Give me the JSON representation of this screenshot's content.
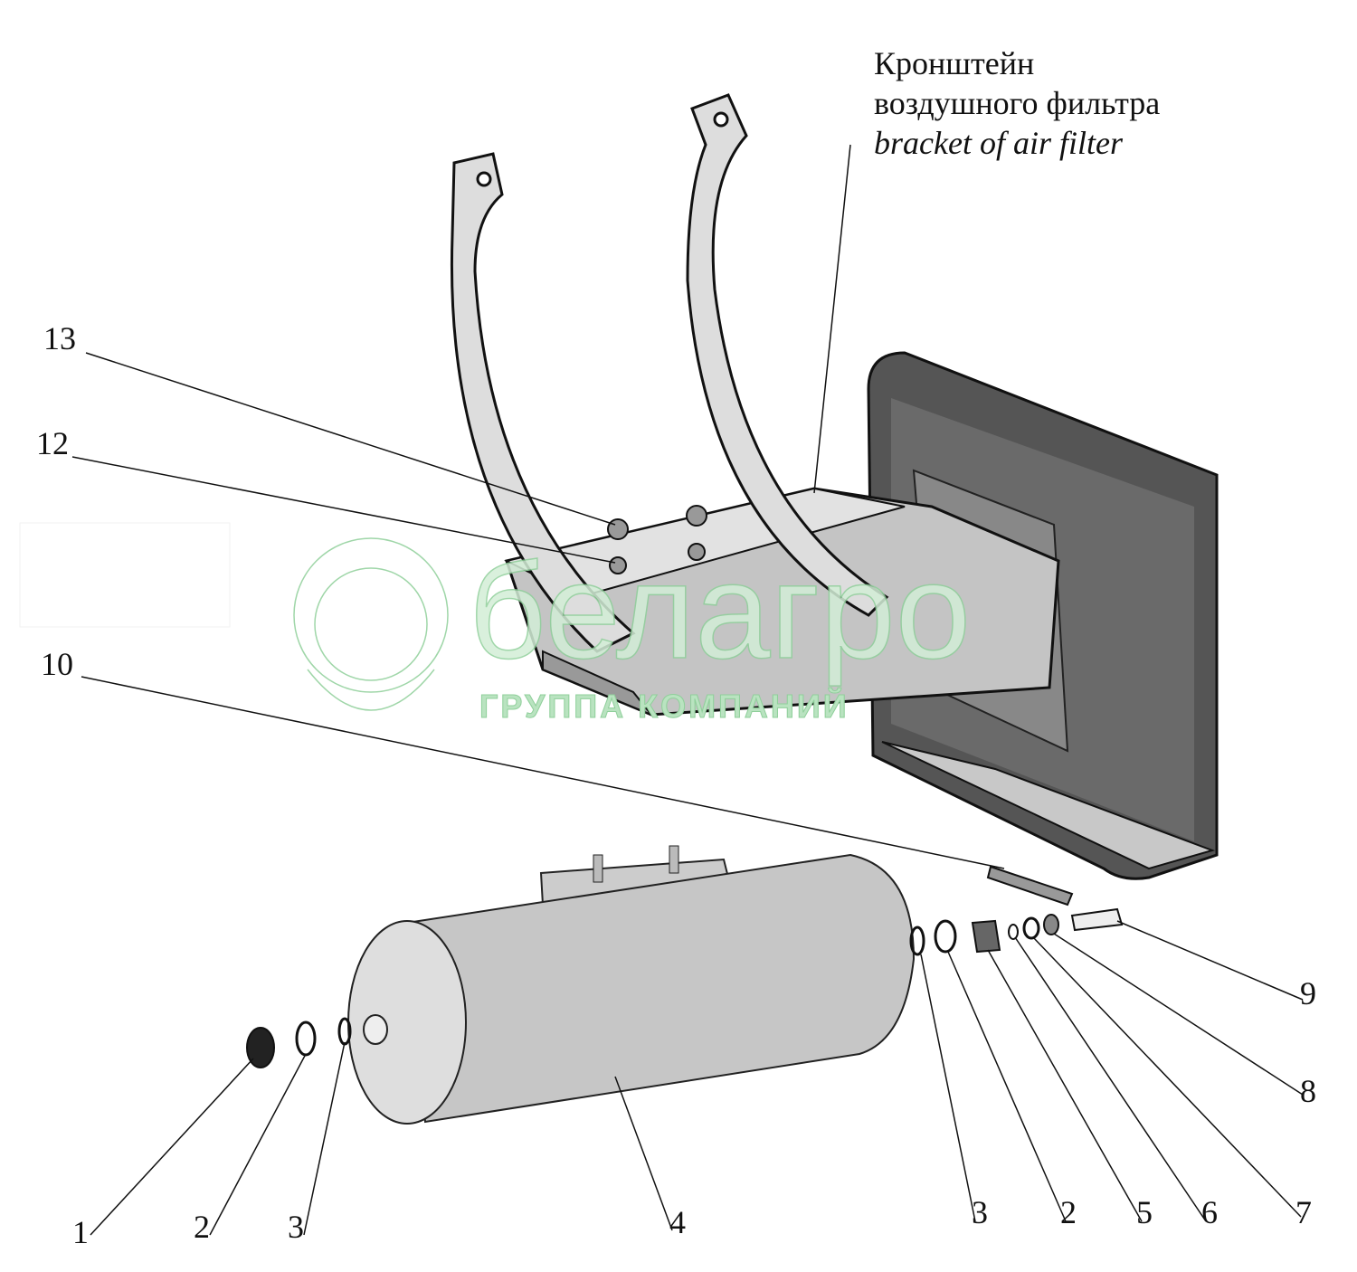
{
  "title": {
    "ru_line1": "Кронштейн",
    "ru_line2": "воздушного фильтра",
    "en": "bracket of air filter"
  },
  "watermark": {
    "logo": "белагро",
    "subtitle": "ГРУППА КОМПАНИЙ"
  },
  "callouts": [
    {
      "id": "13",
      "label": "13"
    },
    {
      "id": "12",
      "label": "12"
    },
    {
      "id": "10",
      "label": "10"
    },
    {
      "id": "1",
      "label": "1"
    },
    {
      "id": "2a",
      "label": "2"
    },
    {
      "id": "3a",
      "label": "3"
    },
    {
      "id": "4",
      "label": "4"
    },
    {
      "id": "3b",
      "label": "3"
    },
    {
      "id": "2b",
      "label": "2"
    },
    {
      "id": "5",
      "label": "5"
    },
    {
      "id": "6",
      "label": "6"
    },
    {
      "id": "7",
      "label": "7"
    },
    {
      "id": "9",
      "label": "9"
    },
    {
      "id": "8",
      "label": "8"
    }
  ]
}
